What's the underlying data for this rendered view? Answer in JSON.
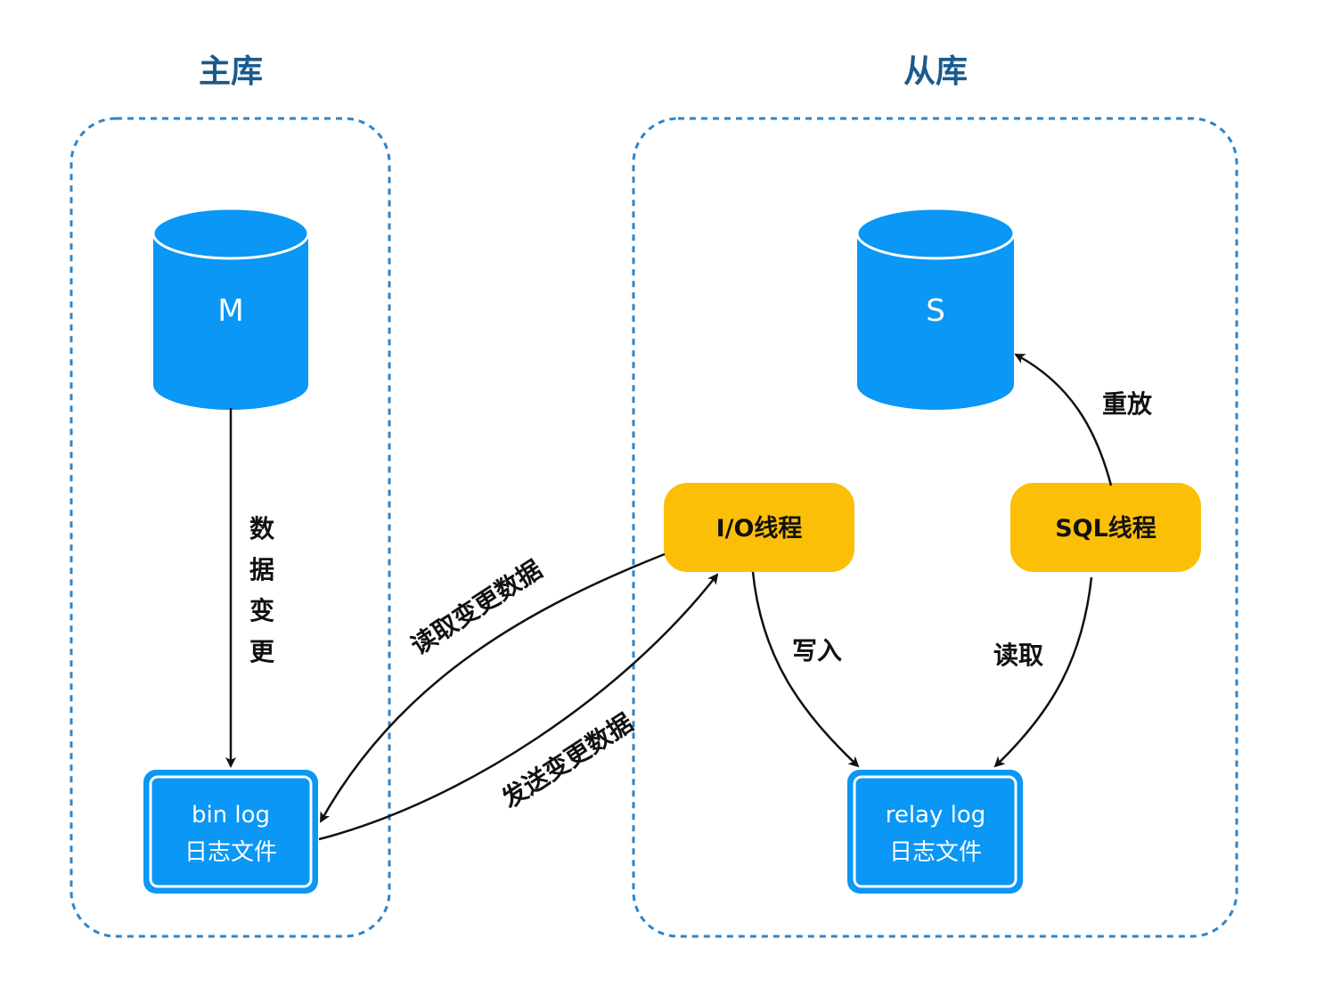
{
  "colors": {
    "db_fill": "#0a97f5",
    "thread_fill": "#fbbf07",
    "group_border": "#2f84c8",
    "title": "#1a5a8c",
    "arrow": "#111111"
  },
  "groups": {
    "master": {
      "title": "主库"
    },
    "slave": {
      "title": "从库"
    }
  },
  "databases": {
    "master": {
      "label": "M"
    },
    "slave": {
      "label": "S"
    }
  },
  "logs": {
    "binlog": {
      "line1": "bin log",
      "line2": "日志文件"
    },
    "relaylog": {
      "line1": "relay log",
      "line2": "日志文件"
    }
  },
  "threads": {
    "io": {
      "label": "I/O线程"
    },
    "sql": {
      "label": "SQL线程"
    }
  },
  "edges": {
    "data_change": [
      "数",
      "据",
      "变",
      "更"
    ],
    "read_changes": "读取变更数据",
    "send_changes": "发送变更数据",
    "write": "写入",
    "read": "读取",
    "replay": "重放"
  }
}
